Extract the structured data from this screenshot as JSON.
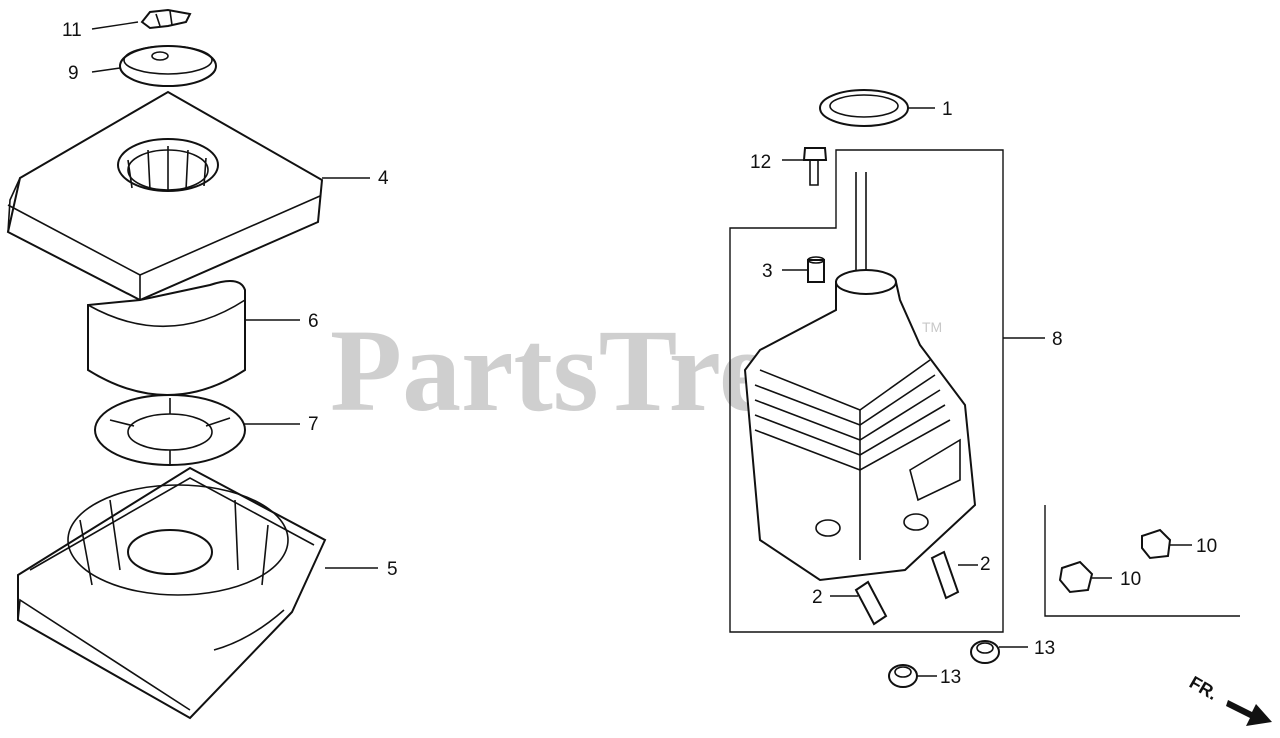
{
  "watermark": {
    "text": "PartsTree",
    "trademark": "TM"
  },
  "direction_indicator": {
    "label": "FR."
  },
  "callouts": {
    "c1": "1",
    "c2a": "2",
    "c2b": "2",
    "c3": "3",
    "c4": "4",
    "c5": "5",
    "c6": "6",
    "c7": "7",
    "c8": "8",
    "c9": "9",
    "c10a": "10",
    "c10b": "10",
    "c11": "11",
    "c12": "12",
    "c13a": "13",
    "c13b": "13"
  }
}
